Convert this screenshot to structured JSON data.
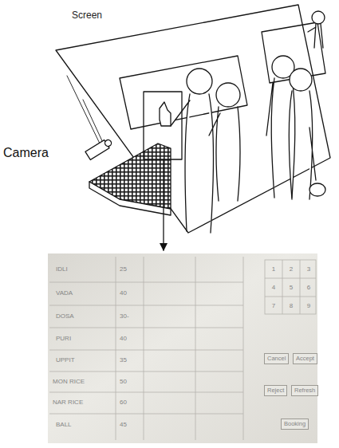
{
  "diagram": {
    "nodes": [
      {
        "text": [
          "Cancel"
        ]
      },
      {
        "text": [
          "Accept"
        ]
      },
      {
        "text": [
          "Reject"
        ]
      },
      {
        "text": [
          "Refresh"
        ]
      },
      {
        "text": [
          "Booking"
        ]
      }
    ],
    "labels": [
      "Screen",
      "Camera",
      "IDLI",
      "25",
      "VADA",
      "40",
      "DOSA",
      "30-",
      "PURI",
      "40",
      "UPPIT",
      "35",
      "MON RICE",
      "50",
      "NAR RICE",
      "60",
      "BALL",
      "45",
      "1",
      "2",
      "3",
      "4",
      "5",
      "6",
      "7",
      "8",
      "9"
    ]
  }
}
